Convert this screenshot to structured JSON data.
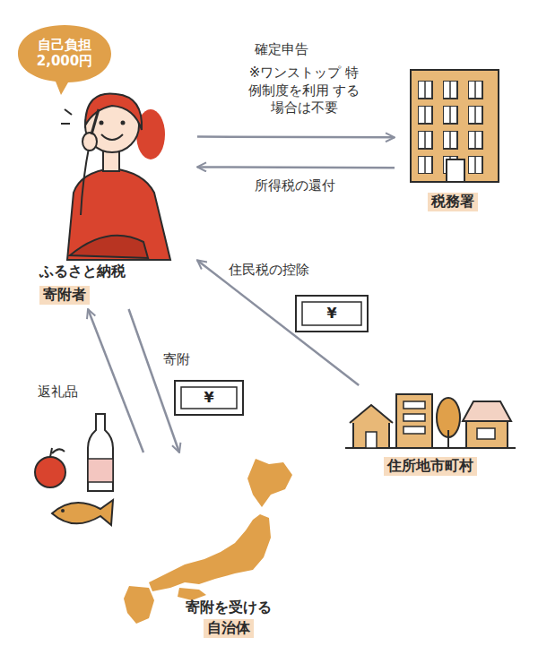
{
  "diagram": {
    "nodes": [
      {
        "text": [
          "自己負担 2,000円"
        ]
      },
      {
        "text": [
          "ふるさと納税",
          "寄附者"
        ]
      },
      {
        "text": [
          "税務署"
        ]
      },
      {
        "text": [
          "住所地市町村"
        ]
      },
      {
        "text": [
          "寄附を受ける",
          "自治体"
        ]
      }
    ],
    "edges": [
      {
        "from": 1,
        "to": 2,
        "label": "確定申告",
        "arrow": "to"
      },
      {
        "from": 2,
        "to": 1,
        "label": "所得税の還付",
        "arrow": "to"
      },
      {
        "from": 3,
        "to": 1,
        "label": "住民税の控除",
        "arrow": "to"
      },
      {
        "from": 1,
        "to": 4,
        "label": "寄附",
        "arrow": "to"
      },
      {
        "from": 4,
        "to": 1,
        "label": "返礼品",
        "arrow": "to"
      }
    ],
    "labels": [
      "※ワンストップ 特例制度を利用 する場合は不要",
      "¥",
      "¥"
    ]
  }
}
